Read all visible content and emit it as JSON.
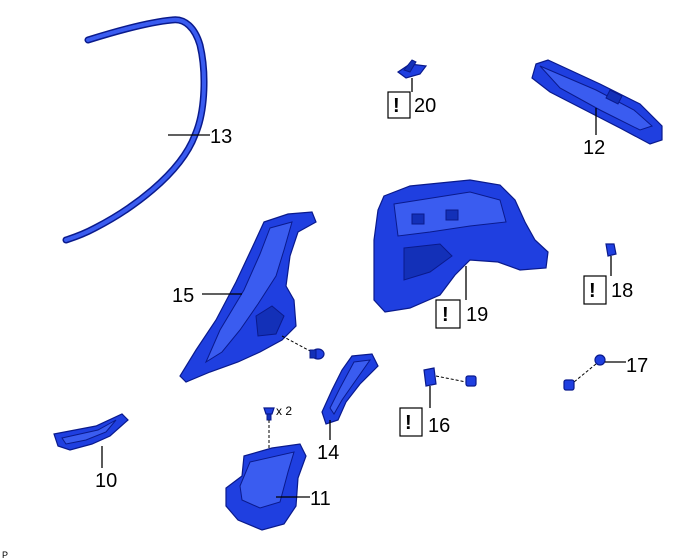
{
  "callouts": {
    "c10": "10",
    "c11": "11",
    "c12": "12",
    "c13": "13",
    "c14": "14",
    "c15": "15",
    "c16": "16",
    "c17": "17",
    "c18": "18",
    "c19": "19",
    "c20": "20"
  },
  "quantity_note": "x 2",
  "caution_mark": "!",
  "corner_code": "P",
  "colors": {
    "part_fill": "#1f3fe0",
    "part_outline": "#0a1a8c",
    "leader": "#000000"
  }
}
